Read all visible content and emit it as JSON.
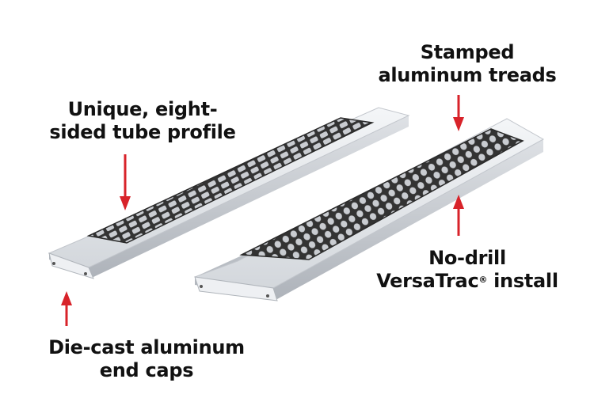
{
  "colors": {
    "accent": "#d8232a",
    "text": "#111111",
    "aluminum": "#e3e6ea",
    "tread": "#3a3a3a"
  },
  "callouts": {
    "profile": {
      "line1": "Unique, eight-",
      "line2": "sided tube profile"
    },
    "treads": {
      "line1": "Stamped",
      "line2": "aluminum treads"
    },
    "caps": {
      "line1": "Die-cast aluminum",
      "line2": "end caps"
    },
    "install": {
      "line1": "No-drill",
      "line2_prefix": "VersaTrac",
      "line2_reg": "®",
      "line2_suffix": " install"
    }
  }
}
